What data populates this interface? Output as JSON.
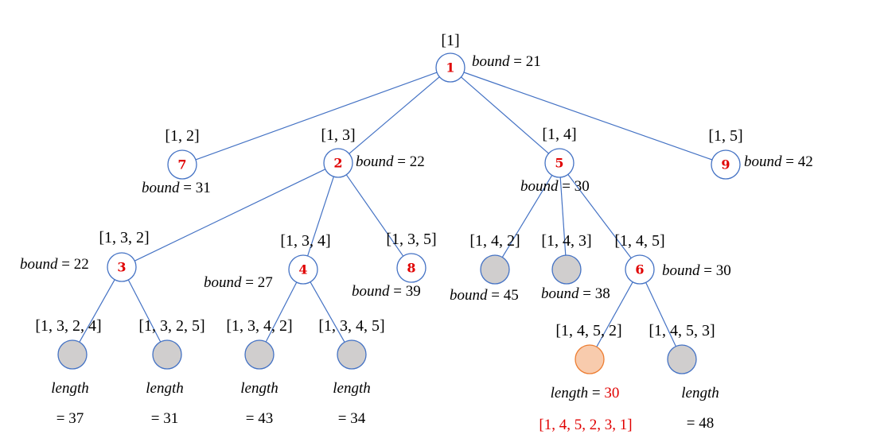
{
  "nodes": [
    {
      "id": "n1",
      "path": "[1]",
      "order": "1",
      "bound": "21",
      "color": "white"
    },
    {
      "id": "n12",
      "path": "[1, 2]",
      "order": "7",
      "bound": "31",
      "color": "white"
    },
    {
      "id": "n13",
      "path": "[1, 3]",
      "order": "2",
      "bound": "22",
      "color": "white"
    },
    {
      "id": "n14",
      "path": "[1, 4]",
      "order": "5",
      "bound": "30",
      "color": "white"
    },
    {
      "id": "n15",
      "path": "[1, 5]",
      "order": "9",
      "bound": "42",
      "color": "white"
    },
    {
      "id": "n132",
      "path": "[1, 3, 2]",
      "order": "3",
      "bound": "22",
      "color": "white"
    },
    {
      "id": "n134",
      "path": "[1, 3, 4]",
      "order": "4",
      "bound": "27",
      "color": "white"
    },
    {
      "id": "n135",
      "path": "[1, 3, 5]",
      "order": "8",
      "bound": "39",
      "color": "white"
    },
    {
      "id": "n142",
      "path": "[1, 4, 2]",
      "order": "",
      "bound": "45",
      "color": "gray"
    },
    {
      "id": "n143",
      "path": "[1, 4, 3]",
      "order": "",
      "bound": "38",
      "color": "gray"
    },
    {
      "id": "n145",
      "path": "[1, 4, 5]",
      "order": "6",
      "bound": "30",
      "color": "white"
    },
    {
      "id": "n1324",
      "path": "[1, 3, 2, 4]",
      "order": "",
      "length": "37",
      "color": "gray"
    },
    {
      "id": "n1325",
      "path": "[1, 3, 2, 5]",
      "order": "",
      "length": "31",
      "color": "gray"
    },
    {
      "id": "n1342",
      "path": "[1, 3, 4, 2]",
      "order": "",
      "length": "43",
      "color": "gray"
    },
    {
      "id": "n1345",
      "path": "[1, 3, 4, 5]",
      "order": "",
      "length": "34",
      "color": "gray"
    },
    {
      "id": "n1452",
      "path": "[1, 4, 5, 2]",
      "order": "",
      "length": "30",
      "tour": "[1, 4, 5, 2, 3, 1]",
      "color": "orange"
    },
    {
      "id": "n1453",
      "path": "[1, 4, 5, 3]",
      "order": "",
      "length": "48",
      "color": "gray"
    }
  ],
  "edges": [
    [
      "n1",
      "n12"
    ],
    [
      "n1",
      "n13"
    ],
    [
      "n1",
      "n14"
    ],
    [
      "n1",
      "n15"
    ],
    [
      "n13",
      "n132"
    ],
    [
      "n13",
      "n134"
    ],
    [
      "n13",
      "n135"
    ],
    [
      "n14",
      "n142"
    ],
    [
      "n14",
      "n143"
    ],
    [
      "n14",
      "n145"
    ],
    [
      "n132",
      "n1324"
    ],
    [
      "n132",
      "n1325"
    ],
    [
      "n134",
      "n1342"
    ],
    [
      "n134",
      "n1345"
    ],
    [
      "n145",
      "n1452"
    ],
    [
      "n145",
      "n1453"
    ]
  ],
  "terms": {
    "bound": "bound",
    "length": "length",
    "equals": "="
  },
  "colors": {
    "edge": "#4472C4",
    "order_number": "#E00000",
    "leaf_fill": "#D0CECE",
    "optimal_fill": "#F8CBAD",
    "optimal_stroke": "#ED7D31",
    "optimal_text": "#E00000"
  }
}
